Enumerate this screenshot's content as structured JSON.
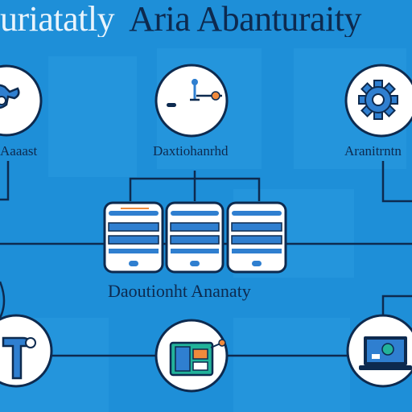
{
  "header": {
    "title_left": "uriatatly",
    "title_right": "Aria Abanturaity"
  },
  "nodes": {
    "top_left": {
      "label": "Aaaast",
      "icon": "wrench-gear-icon"
    },
    "top_center": {
      "label": "Daxtiohanrhd",
      "icon": "pipette-slider-icon"
    },
    "top_right": {
      "label": "Aranitrntn",
      "icon": "gear-icon"
    },
    "bottom_left": {
      "icon": "wrench-icon"
    },
    "bottom_center": {
      "icon": "circuit-board-icon"
    },
    "bottom_right": {
      "icon": "monitor-icon"
    }
  },
  "database": {
    "label": "Daoutionht Ananaty",
    "icon": "database-server-icon",
    "count": 3
  },
  "colors": {
    "background": "#1e8fd8",
    "panel": "#2a9be0",
    "line": "#0d2a4f",
    "node_fill": "#ffffff",
    "icon_blue": "#2f7fd0",
    "accent_orange": "#f08a3c",
    "accent_teal": "#22b39a"
  }
}
